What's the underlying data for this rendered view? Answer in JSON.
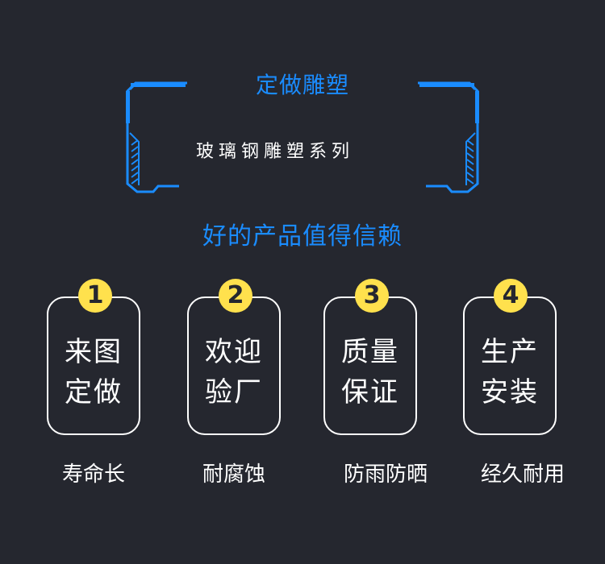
{
  "header": {
    "title": "定做雕塑",
    "subtitle": "玻璃钢雕塑系列"
  },
  "tagline": "好的产品值得信赖",
  "colors": {
    "background": "#25272f",
    "accent": "#1a8cff",
    "badge": "#ffe14d",
    "text": "#ffffff"
  },
  "cards": [
    {
      "number": "1",
      "line1": "来图",
      "line2": "定做",
      "feature": "寿命长"
    },
    {
      "number": "2",
      "line1": "欢迎",
      "line2": "验厂",
      "feature": "耐腐蚀"
    },
    {
      "number": "3",
      "line1": "质量",
      "line2": "保证",
      "feature": "防雨防晒"
    },
    {
      "number": "4",
      "line1": "生产",
      "line2": "安装",
      "feature": "经久耐用"
    }
  ]
}
